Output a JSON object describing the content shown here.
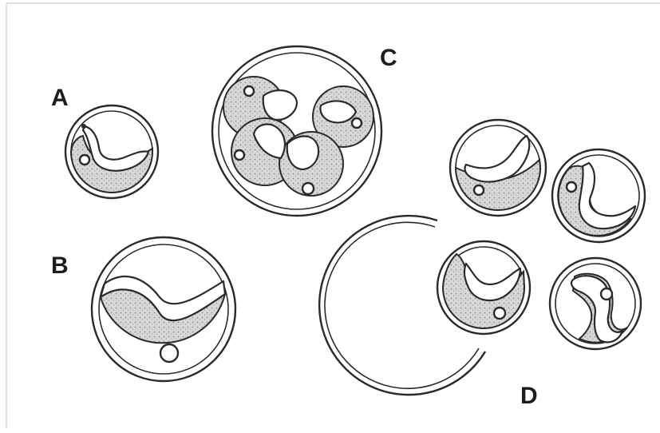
{
  "figure": {
    "labels": {
      "a": "A",
      "b": "B",
      "c": "C",
      "d": "D"
    },
    "colors": {
      "ink": "#2a2a2a",
      "stipple": "#cfcfcf",
      "paper": "#ffffff"
    }
  }
}
